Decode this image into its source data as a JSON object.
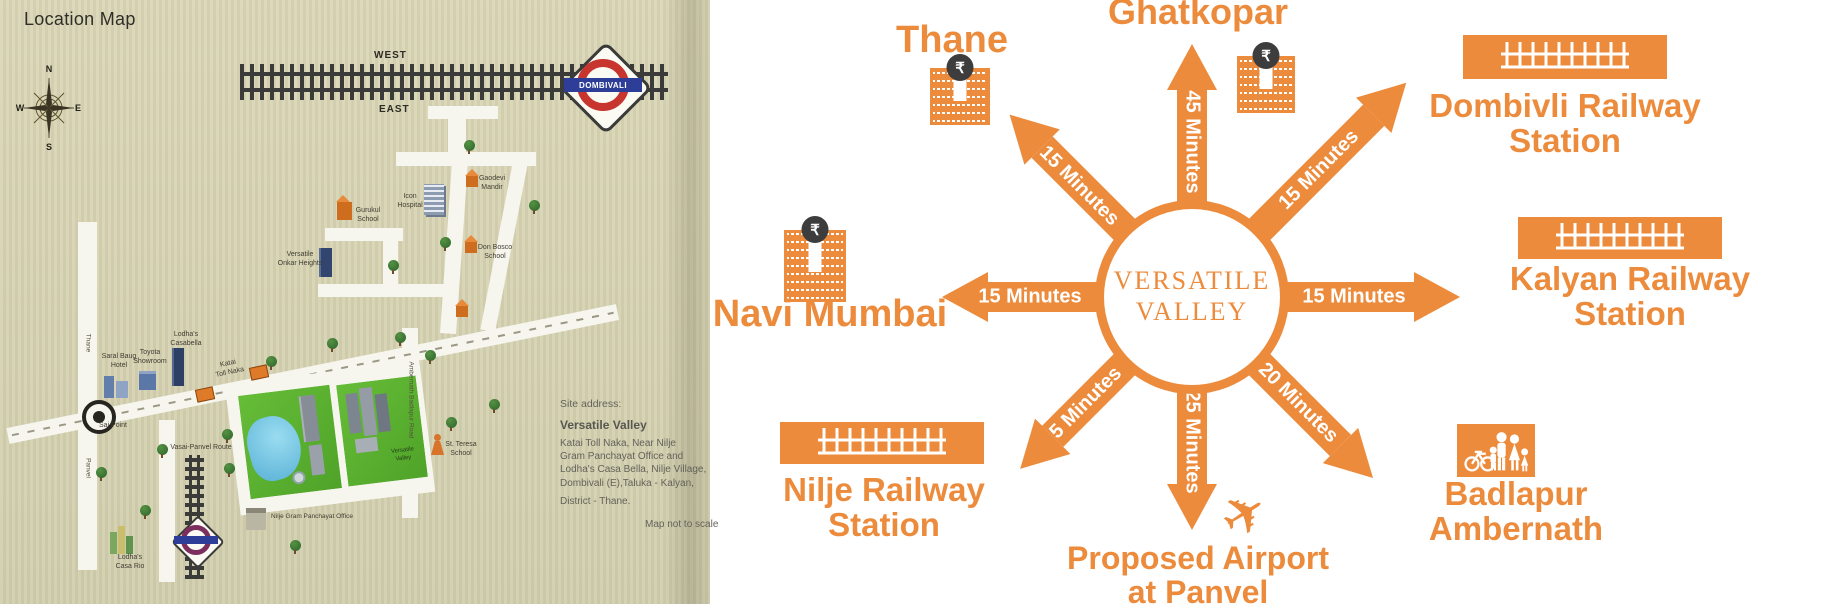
{
  "map": {
    "title": "Location Map",
    "compass": {
      "n": "N",
      "s": "S",
      "e": "E",
      "w": "W"
    },
    "railway_direction_top": "WEST",
    "railway_direction_bottom": "EAST",
    "station_sign": "DOMBIVALI",
    "labels": {
      "gurukul_school": [
        "Gurukul",
        "School"
      ],
      "icon_hospital": [
        "Icon",
        "Hospital"
      ],
      "gaodevi_mandir": [
        "Gaodevi",
        "Mandir"
      ],
      "don_bosco_school": [
        "Don Bosco",
        "School"
      ],
      "versatile_onkar_heights": [
        "Versatile",
        "Onkar Heights"
      ],
      "saral_baug_hotel": [
        "Saral Baug",
        "Hotel"
      ],
      "toyota_showroom": [
        "Toyota",
        "Showroom"
      ],
      "lodha_casabella": [
        "Lodha's",
        "Casabella"
      ],
      "katai_toll_naka": [
        "Katai",
        "Toll Naka"
      ],
      "sai_point": "Sai Point",
      "road_thane": "Thane",
      "road_panvel": "Panvel",
      "vasai_panvel_route": "Vasai-Panvel Route",
      "ambernath_badlapur_road": "Ambernath Badlapur Road",
      "st_teresa_school": [
        "St. Teresa",
        "School"
      ],
      "nilje_gram_panchayat": "Nilje Gram Panchayat Office",
      "lodha_casa_rio": [
        "Lodha's",
        "Casa Rio"
      ],
      "versatile_valley_plot": [
        "Versatile",
        "Valley"
      ]
    },
    "site_address": {
      "heading": "Site address:",
      "name": "Versatile Valley",
      "lines": [
        "Katai Toll Naka, Near Nilje",
        "Gram Panchayat Office and",
        "Lodha's Casa Bella, Nilje Village,",
        "Dombivali (E),Taluka - Kalyan,",
        "District - Thane."
      ],
      "note": "Map not to scale"
    }
  },
  "diagram": {
    "center": [
      "VERSATILE",
      "VALLEY"
    ],
    "accent_color": "#EC8B3C",
    "rupee_symbol": "₹",
    "spokes": [
      {
        "destination": [
          "Thane"
        ],
        "time": "15 Minutes",
        "direction": "up-left",
        "icon": "building-rupee"
      },
      {
        "destination": [
          "Ghatkopar"
        ],
        "time": "45 Minutes",
        "direction": "up",
        "icon": "building-rupee"
      },
      {
        "destination": [
          "Dombivli Railway",
          "Station"
        ],
        "time": "15 Minutes",
        "direction": "up-right",
        "icon": "railway-track"
      },
      {
        "destination": [
          "Kalyan Railway",
          "Station"
        ],
        "time": "15 Minutes",
        "direction": "right",
        "icon": "railway-track"
      },
      {
        "destination": [
          "Navi Mumbai"
        ],
        "time": "15 Minutes",
        "direction": "left",
        "icon": "building-rupee"
      },
      {
        "destination": [
          "Nilje Railway",
          "Station"
        ],
        "time": "5 Minutes",
        "direction": "down-left",
        "icon": "railway-track"
      },
      {
        "destination": [
          "Proposed Airport",
          "at Panvel"
        ],
        "time": "25 Minutes",
        "direction": "down",
        "icon": "airplane"
      },
      {
        "destination": [
          "Badlapur",
          "Ambernath"
        ],
        "time": "20 Minutes",
        "direction": "down-right",
        "icon": "family-cycling"
      }
    ]
  }
}
